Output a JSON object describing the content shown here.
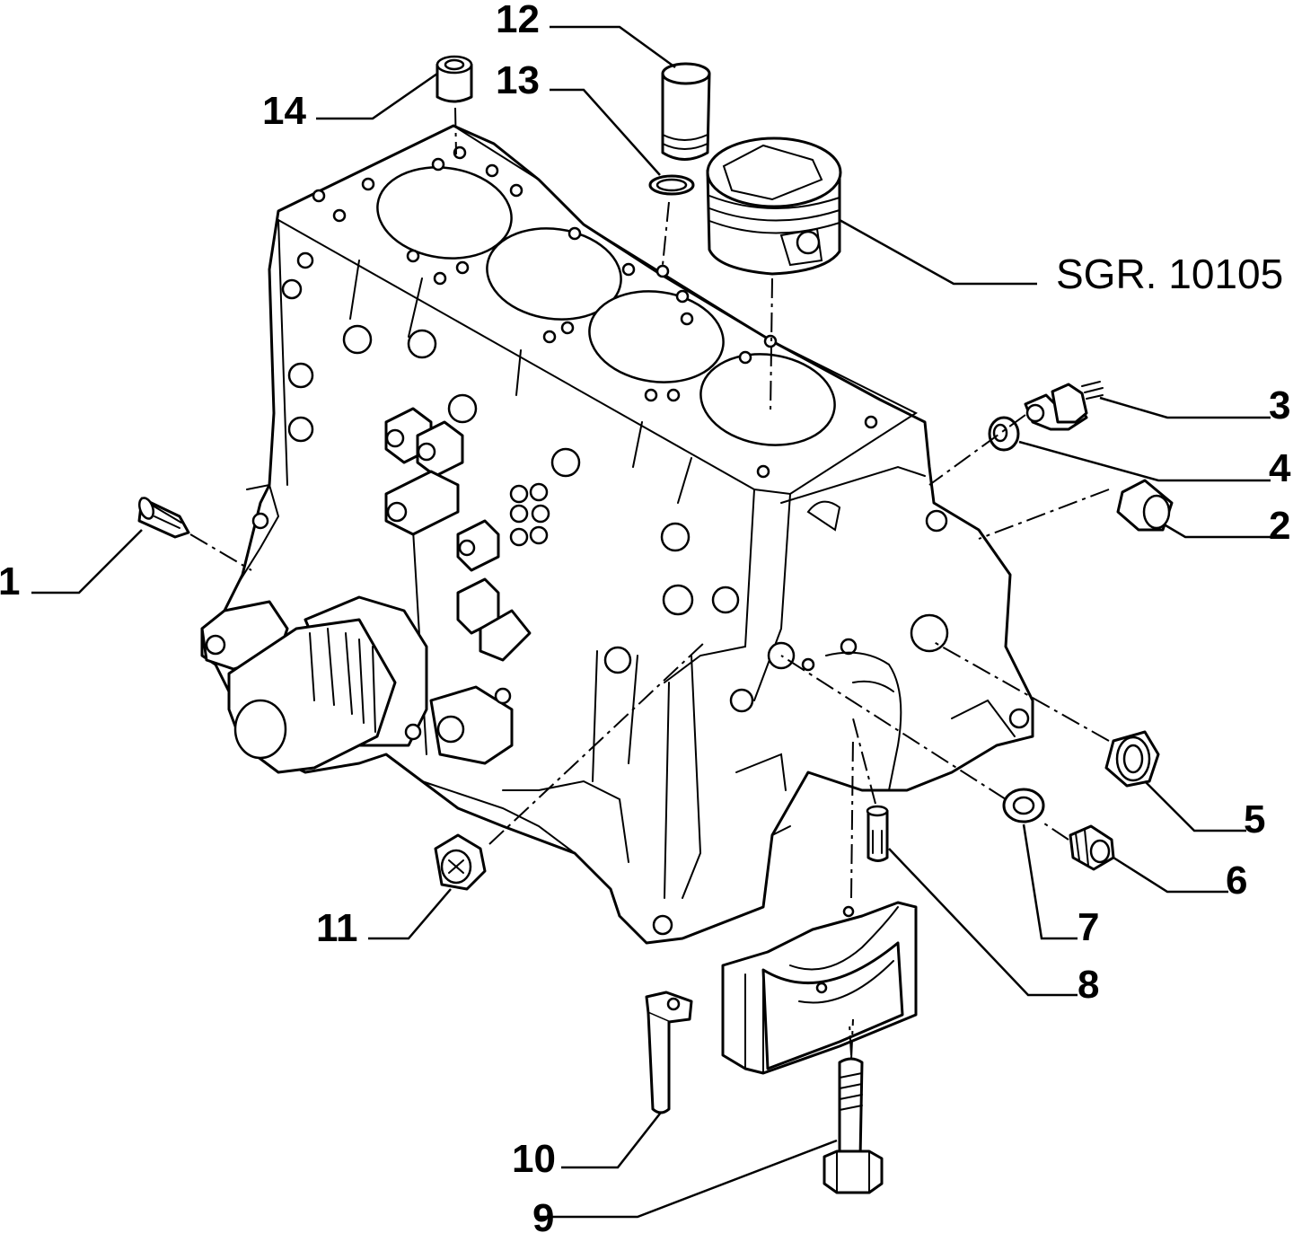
{
  "diagram": {
    "callouts": [
      {
        "id": "c1",
        "label": "1"
      },
      {
        "id": "c2",
        "label": "2"
      },
      {
        "id": "c3",
        "label": "3"
      },
      {
        "id": "c4",
        "label": "4"
      },
      {
        "id": "c5",
        "label": "5"
      },
      {
        "id": "c6",
        "label": "6"
      },
      {
        "id": "c7",
        "label": "7"
      },
      {
        "id": "c8",
        "label": "8"
      },
      {
        "id": "c9",
        "label": "9"
      },
      {
        "id": "c10",
        "label": "10"
      },
      {
        "id": "c11",
        "label": "11"
      },
      {
        "id": "c12",
        "label": "12"
      },
      {
        "id": "c13",
        "label": "13"
      },
      {
        "id": "c14",
        "label": "14"
      }
    ],
    "reference_label": "SGR. 10105"
  }
}
